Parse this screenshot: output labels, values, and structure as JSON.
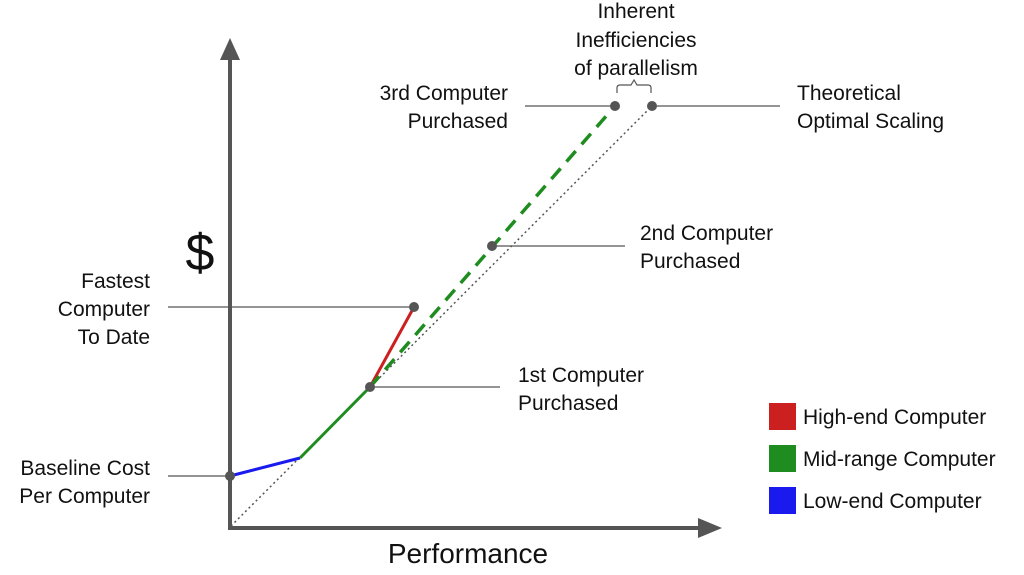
{
  "diagram": {
    "y_axis_symbol": "$",
    "x_axis_label": "Performance",
    "annotations": {
      "baseline": [
        "Baseline Cost",
        "Per Computer"
      ],
      "fastest": [
        "Fastest",
        "Computer",
        "To Date"
      ],
      "first": [
        "1st Computer",
        "Purchased"
      ],
      "second": [
        "2nd Computer",
        "Purchased"
      ],
      "third": [
        "3rd Computer",
        "Purchased"
      ],
      "theoretical": [
        "Theoretical",
        "Optimal Scaling"
      ],
      "inefficiencies": [
        "Inherent",
        "Inefficiencies",
        "of parallelism"
      ]
    },
    "legend": [
      {
        "label": "High-end Computer",
        "color": "#cc1f1f"
      },
      {
        "label": "Mid-range Computer",
        "color": "#1e8c1e"
      },
      {
        "label": "Low-end Computer",
        "color": "#1a1aee"
      }
    ],
    "colors": {
      "axis": "#555555",
      "marker": "#555555",
      "high_end": "#cc1f1f",
      "mid_range": "#1e8c1e",
      "low_end": "#1a1aee",
      "optimal": "#555555"
    }
  }
}
